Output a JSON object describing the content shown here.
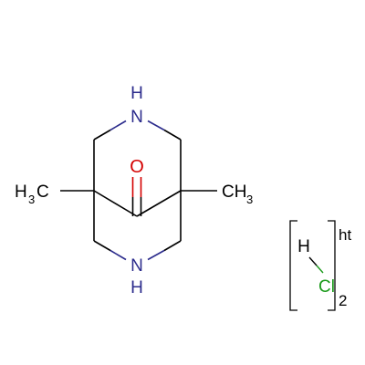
{
  "molecule": {
    "atoms": {
      "nh_top": {
        "label": "N",
        "h": "H"
      },
      "nh_bottom": {
        "label": "N",
        "h": "H"
      },
      "oxygen": {
        "label": "O"
      },
      "methyl_left": {
        "h": "H",
        "sub": "3",
        "c": "C"
      },
      "methyl_right": {
        "c": "CH",
        "sub": "3"
      }
    },
    "salt": {
      "h": "H",
      "cl": "Cl",
      "multiplier": "2",
      "superscript": "ht"
    }
  },
  "colors": {
    "bond": "#000000",
    "nitrogen": "#2b2b8c",
    "oxygen": "#d40000",
    "chlorine": "#1a9a1a",
    "hydrogen": "#000000"
  }
}
